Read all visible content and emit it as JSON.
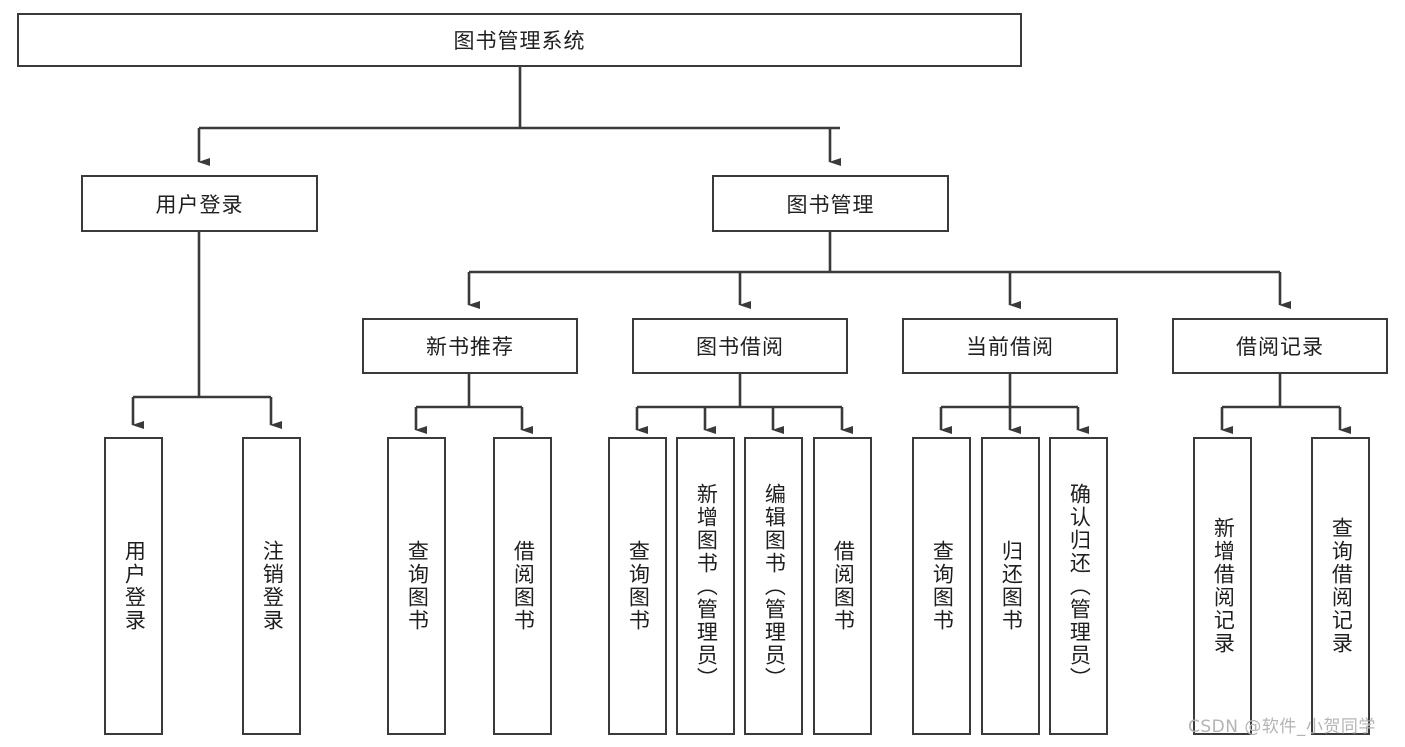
{
  "diagram": {
    "title": "图书管理系统",
    "type": "hierarchy-tree",
    "background_color": "#ffffff",
    "line_color": "#3a3a3a",
    "box_border_color": "#3a3a3a",
    "text_color": "#1f1f1f"
  },
  "root": {
    "label": "图书管理系统"
  },
  "level2": [
    {
      "label": "用户登录"
    },
    {
      "label": "图书管理"
    }
  ],
  "level3": [
    {
      "label": "新书推荐"
    },
    {
      "label": "图书借阅"
    },
    {
      "label": "当前借阅"
    },
    {
      "label": "借阅记录"
    }
  ],
  "leaves": {
    "user_login": [
      {
        "label": "用户登录"
      },
      {
        "label": "注销登录"
      }
    ],
    "new_book_recommend": [
      {
        "label": "查询图书"
      },
      {
        "label": "借阅图书"
      }
    ],
    "book_borrow": [
      {
        "label": "查询图书"
      },
      {
        "label": "新增图书（管理员）"
      },
      {
        "label": "编辑图书（管理员）"
      },
      {
        "label": "借阅图书"
      }
    ],
    "current_borrow": [
      {
        "label": "查询图书"
      },
      {
        "label": "归还图书"
      },
      {
        "label": "确认归还（管理员）"
      }
    ],
    "borrow_record": [
      {
        "label": "新增借阅记录"
      },
      {
        "label": "查询借阅记录"
      }
    ]
  },
  "watermark": {
    "text": "CSDN @软件_小贺同学"
  }
}
